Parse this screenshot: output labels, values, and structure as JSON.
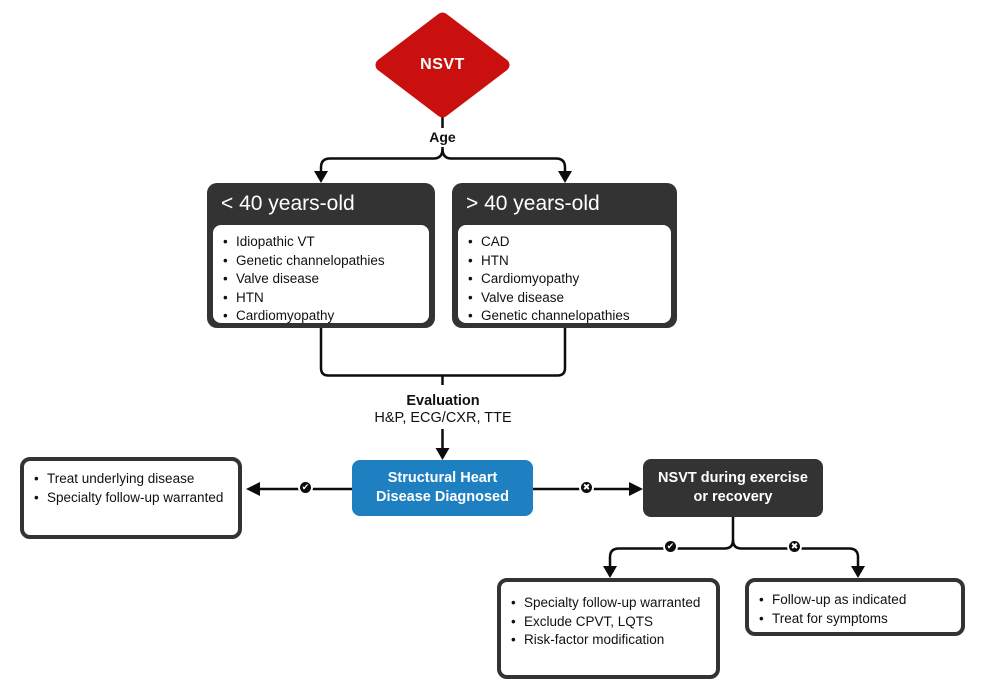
{
  "glyphs": {
    "bullet": "•",
    "yes": "✔",
    "no": "✖"
  },
  "colors": {
    "red": "#c9100e",
    "blue": "#1e7fc1",
    "dark": "#333333",
    "line": "#0c0c0c"
  },
  "root": {
    "label": "NSVT"
  },
  "age": {
    "label": "Age"
  },
  "branches": {
    "under40": {
      "header": "< 40 years-old",
      "items": [
        "Idiopathic VT",
        "Genetic channelopathies",
        "Valve disease",
        "HTN",
        "Cardiomyopathy"
      ]
    },
    "over40": {
      "header": "> 40 years-old",
      "items": [
        "CAD",
        "HTN",
        "Cardiomyopathy",
        "Valve disease",
        "Genetic channelopathies"
      ]
    }
  },
  "evaluation": {
    "title": "Evaluation",
    "subtitle": "H&P, ECG/CXR, TTE"
  },
  "decision": {
    "label": "Structural Heart Disease Diagnosed"
  },
  "treat_box": {
    "items": [
      "Treat underlying disease",
      "Specialty follow-up warranted"
    ]
  },
  "exercise": {
    "label": "NSVT during exercise or recovery"
  },
  "exercise_yes": {
    "items": [
      "Specialty follow-up warranted",
      "Exclude CPVT, LQTS",
      "Risk-factor modification"
    ]
  },
  "exercise_no": {
    "items": [
      "Follow-up as indicated",
      "Treat for symptoms"
    ]
  }
}
